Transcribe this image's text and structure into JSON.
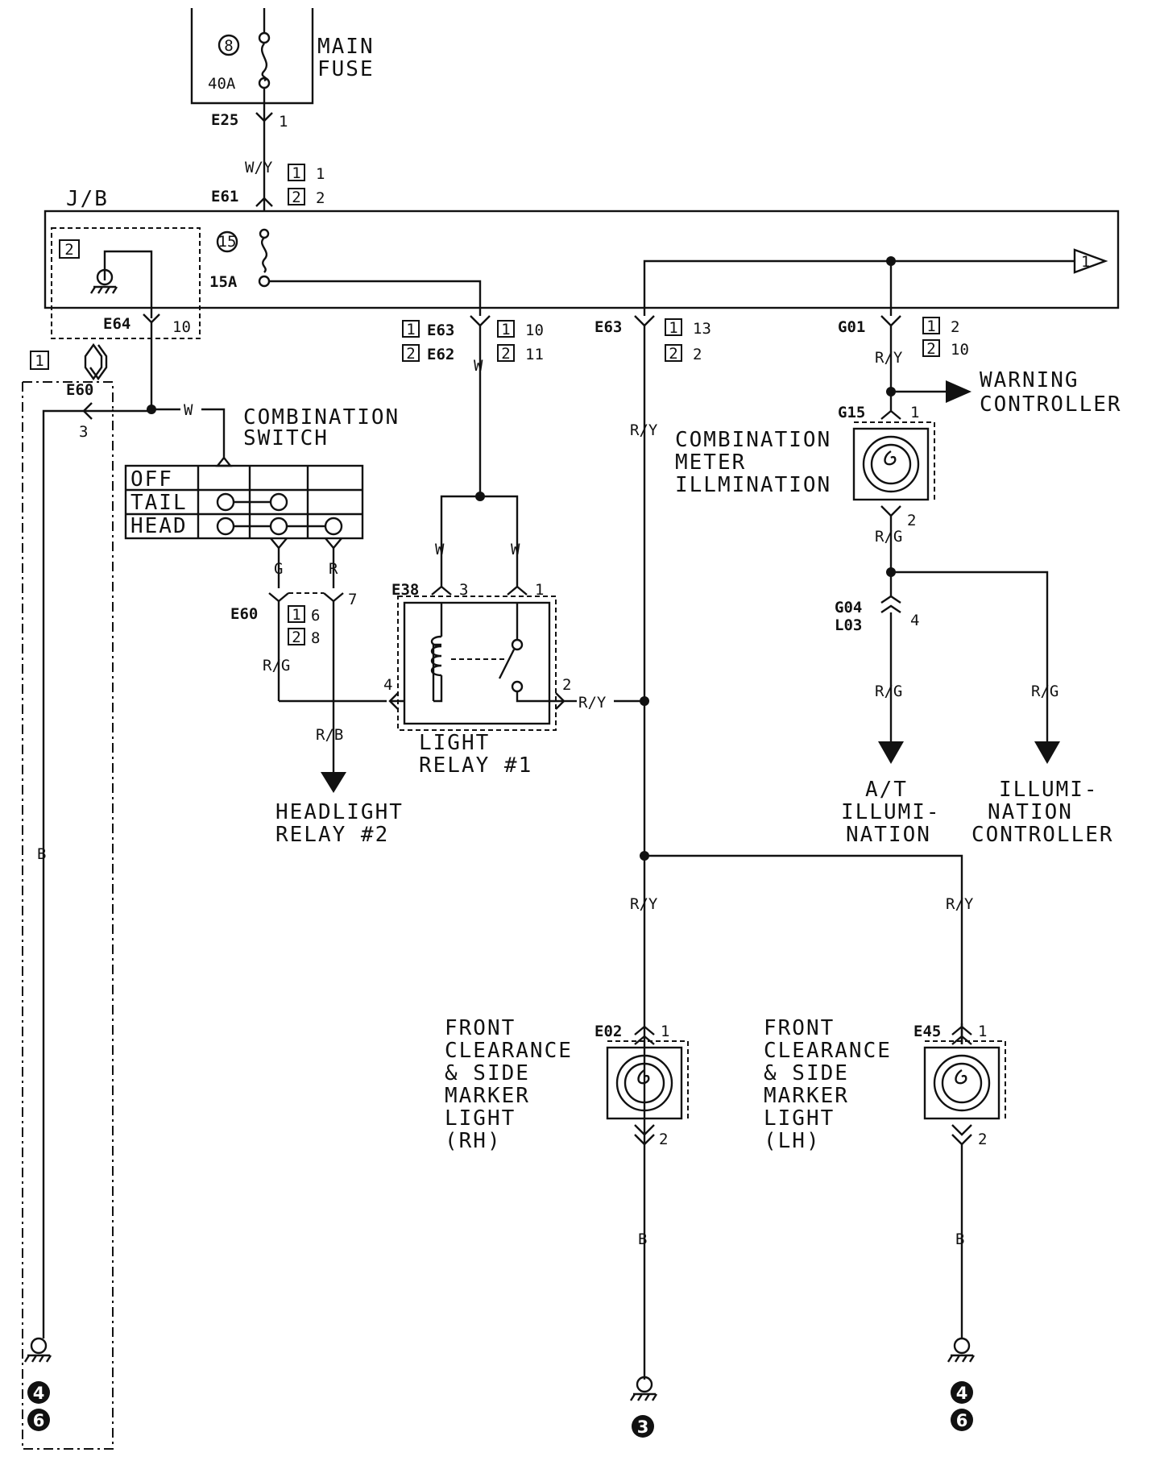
{
  "labels": {
    "main_fuse": [
      "MAIN",
      "FUSE"
    ],
    "fuse_main_no": "8",
    "fuse_main_amp": "40A",
    "fuse_15_no": "15",
    "fuse_15_amp": "15A",
    "jb": "J/B",
    "combination_switch": [
      "COMBINATION",
      "SWITCH"
    ],
    "switch_rows": [
      "OFF",
      "TAIL",
      "HEAD"
    ],
    "light_relay": [
      "LIGHT",
      "RELAY #1"
    ],
    "headlight_relay": [
      "HEADLIGHT",
      "RELAY #2"
    ],
    "warning_controller": [
      "WARNING",
      "CONTROLLER"
    ],
    "combination_meter": [
      "COMBINATION",
      "METER",
      "ILLMINATION"
    ],
    "at_illumination": [
      "A/T",
      "ILLUMI-",
      "NATION"
    ],
    "illumination_controller": [
      "ILLUMI-",
      "NATION",
      "CONTROLLER"
    ],
    "front_rh": [
      "FRONT",
      "CLEARANCE",
      "& SIDE",
      "MARKER",
      "LIGHT",
      "(RH)"
    ],
    "front_lh": [
      "FRONT",
      "CLEARANCE",
      "& SIDE",
      "MARKER",
      "LIGHT",
      "(LH)"
    ]
  },
  "connectors": {
    "e25": "E25",
    "e25_pin": "1",
    "e61": "E61",
    "e61_pin_1": "1",
    "e61_pin_2": "2",
    "e64": "E64",
    "e64_pin": "10",
    "e60_top": "E60",
    "e60_top_pin": "3",
    "e63_left": "E63",
    "e63_left_pin": "10",
    "e62": "E62",
    "e62_pin": "11",
    "e63_right": "E63",
    "e63_right_pin_1": "13",
    "e63_right_pin_2": "2",
    "g01": "G01",
    "g01_pin_1": "2",
    "g01_pin_2": "10",
    "g15": "G15",
    "g15_pin_1": "1",
    "g15_pin_2": "2",
    "g04": "G04",
    "l03": "L03",
    "g04_pin": "4",
    "e38": "E38",
    "e38_pin_3": "3",
    "e38_pin_1": "1",
    "e38_pin_4": "4",
    "e38_pin_2": "2",
    "e60_bottom": "E60",
    "e60_bottom_pin_1": "6",
    "e60_bottom_pin_2": "8",
    "e60_bottom_pin_r": "7",
    "e02": "E02",
    "e02_pin_1": "1",
    "e02_pin_2": "2",
    "e45": "E45",
    "e45_pin_1": "1",
    "e45_pin_2": "2"
  },
  "wires": {
    "wy": "W/Y",
    "w": "W",
    "ry": "R/Y",
    "rg": "R/G",
    "g": "G",
    "r": "R",
    "rb": "R/B",
    "b": "B"
  },
  "codes": {
    "one": "1",
    "two": "2"
  },
  "grounds": {
    "left_a": "4",
    "left_b": "6",
    "mid": "3",
    "right_a": "4",
    "right_b": "6"
  },
  "offpage": "1"
}
